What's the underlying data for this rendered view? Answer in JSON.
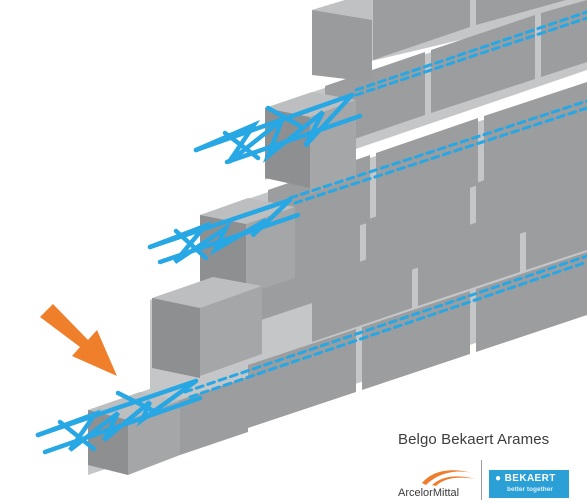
{
  "brand": {
    "company_line": "Belgo Bekaert Arames",
    "partner_logo_text": "ArcelorMittal",
    "bekaert_name": "BEKAERT",
    "bekaert_tagline": "better together"
  },
  "colors": {
    "mortar": "#c5c6c8",
    "face": "#969799",
    "top": "#bcbdbf",
    "side": "#7f8082",
    "wire": "#27a7e3",
    "arrow": "#f07f2b",
    "bekaert_blue": "#2aa0d6",
    "arcelor_orange": "#ee7d2c"
  },
  "icons": [
    "orange-arrow-icon",
    "wall-illustration",
    "truss-reinforcement-icon",
    "arcelormittal-logo-icon",
    "bekaert-logo-icon"
  ]
}
